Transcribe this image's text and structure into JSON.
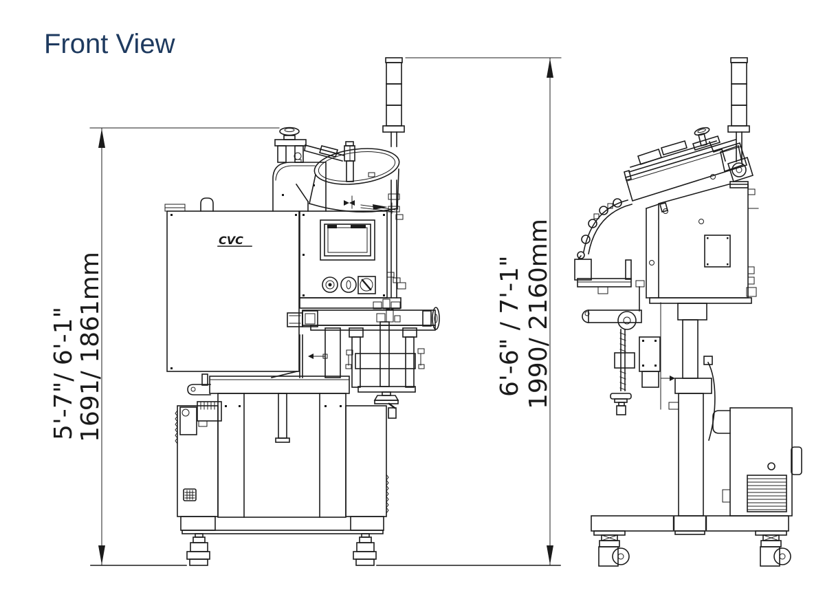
{
  "title": "Front View",
  "colors": {
    "title_text": "#1e3a5f",
    "line": "#1b1b1b",
    "background": "#ffffff"
  },
  "dimensions": {
    "front_height": {
      "imperial": "5'-7\"/ 6'-1\"",
      "metric": "1691/ 1861mm"
    },
    "overall_height": {
      "imperial": "6'-6\" / 7'-1\"",
      "metric": "1990/ 2160mm"
    }
  },
  "machine_logo": "CVC"
}
